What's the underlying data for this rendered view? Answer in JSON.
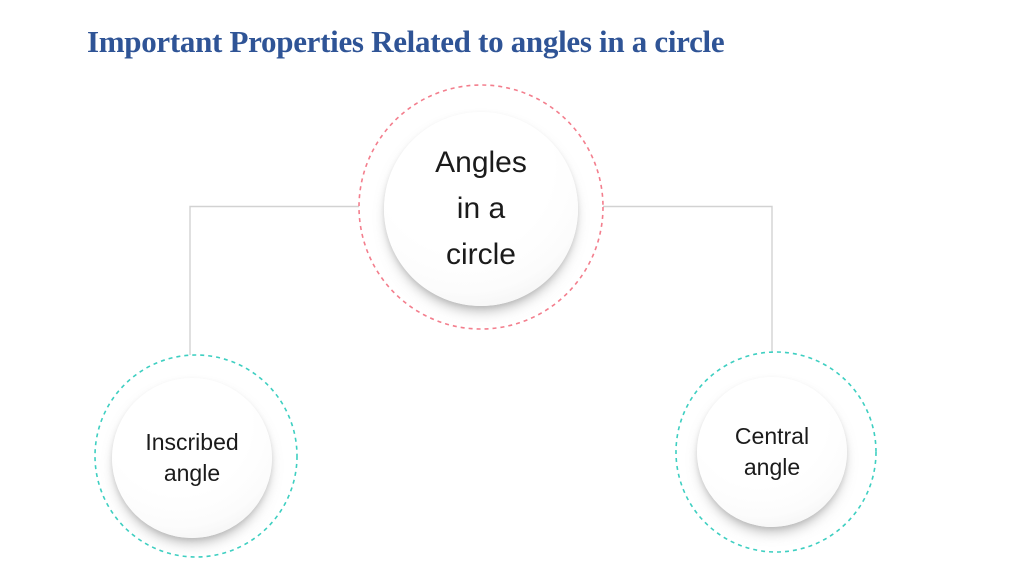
{
  "slide": {
    "title": "Important Properties Related to angles in a circle",
    "title_color": "#2F5496",
    "background_color": "#FFFFFF"
  },
  "diagram": {
    "root_node": {
      "label": "Angles\nin a\ncircle",
      "ring_color": "#F37E8D",
      "fill_color": "#FFFFFF"
    },
    "child_nodes": [
      {
        "label": "Inscribed\nangle",
        "ring_color": "#3ECFC1",
        "fill_color": "#FFFFFF"
      },
      {
        "label": "Central\nangle",
        "ring_color": "#3ECFC1",
        "fill_color": "#FFFFFF"
      }
    ],
    "connector_color": "#D2D2D2",
    "edges": [
      {
        "from": "Angles in a circle",
        "to": "Inscribed angle"
      },
      {
        "from": "Angles in a circle",
        "to": "Central angle"
      }
    ]
  }
}
